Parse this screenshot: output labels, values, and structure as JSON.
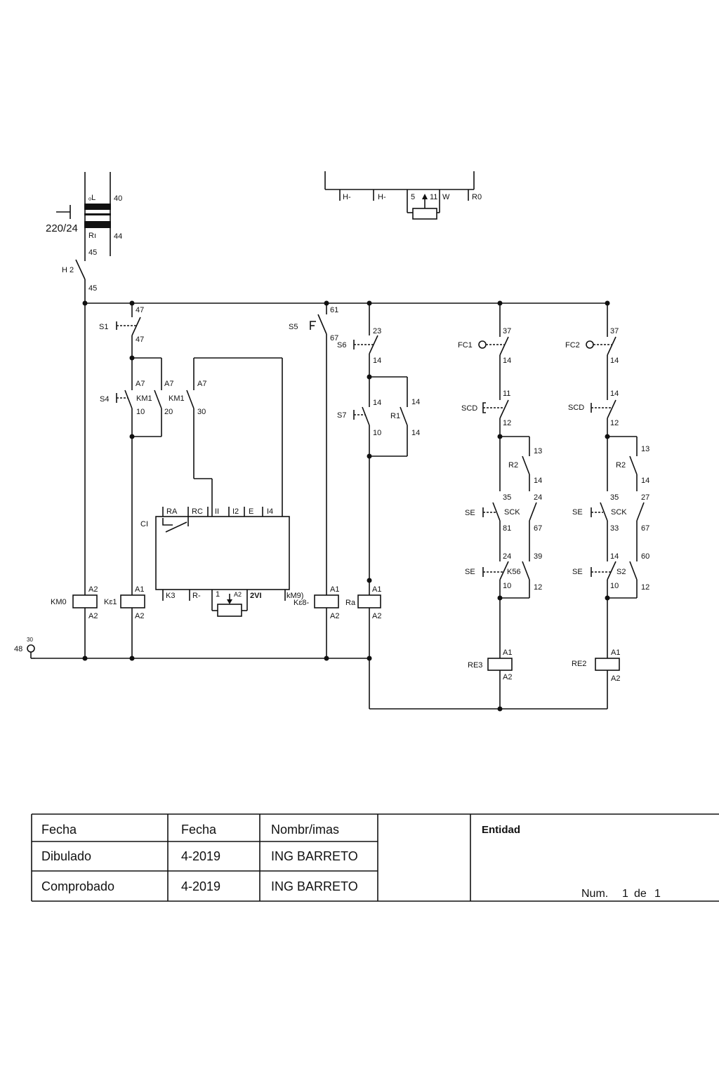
{
  "transformer": {
    "label": "220/24",
    "t_top": "40",
    "t_bottom": "44",
    "t_45a": "45",
    "sym_top": "ₒL",
    "sym_bottom": "Rı"
  },
  "main": {
    "h2": "H 2",
    "t45": "45",
    "t48": "48",
    "t30": "30"
  },
  "top_block": {
    "h1": "H-",
    "h2": "H-",
    "t5": "5",
    "t11": "11",
    "w": "W",
    "r0": "R0"
  },
  "col_s1": {
    "s1": "S1",
    "t47a": "47",
    "t47b": "47",
    "a7a": "A7",
    "a7b": "A7",
    "s4": "S4",
    "km1": "KM1",
    "t10": "10",
    "t20": "20"
  },
  "col_km1b": {
    "km1": "KM1",
    "a7": "A7",
    "t30": "30"
  },
  "ci_block": {
    "ci": "CI",
    "ra": "RA",
    "rc": "RC",
    "i1": "II",
    "i2": "I2",
    "e": "E",
    "i4": "I4",
    "k3": "K3",
    "r": "R-",
    "t1": "1",
    "a2": "A2",
    "v2": "2VI",
    "km9": "kM9)"
  },
  "coils_left": {
    "km0": "KM0",
    "ke1": "Kɛ1",
    "a1": "A1",
    "a2": "A2",
    "a2b": "A2",
    "a2c": "A2"
  },
  "col_s5": {
    "s5": "S5",
    "t61": "61",
    "t67": "67",
    "ke8": "Kɛ8-",
    "a1": "A1",
    "a2": "A2"
  },
  "col_s6": {
    "s6": "S6",
    "t23": "23",
    "t14a": "14",
    "t14b": "14",
    "t14c": "14",
    "t14d": "14",
    "s7": "S7",
    "r1": "R1",
    "t10": "10",
    "ra": "Ra",
    "a1": "A1",
    "a2": "A2"
  },
  "col_fc1": {
    "fc1": "FC1",
    "t37": "37",
    "t14": "14",
    "t11": "11",
    "scd": "SCD",
    "t12": "12",
    "t13": "13",
    "r2": "R2",
    "t14b": "14",
    "t35": "35",
    "t24": "24",
    "se1": "SE",
    "sck": "SCK",
    "t81": "81",
    "t67": "67",
    "t24b": "24",
    "t39": "39",
    "se2": "SE",
    "k56": "K56",
    "t10": "10",
    "t12b": "12",
    "a1": "A1",
    "re3": "RE3",
    "a2": "A2"
  },
  "col_fc2": {
    "fc2": "FC2",
    "t37": "37",
    "t14": "14",
    "t14b": "14",
    "scd": "SCD",
    "t12": "12",
    "t13": "13",
    "r2": "R2",
    "t14c": "14",
    "t35": "35",
    "t27": "27",
    "se1": "SE",
    "sck": "SCK",
    "t33": "33",
    "t67": "67",
    "t14d": "14",
    "t60": "60",
    "se2": "SE",
    "s2": "S2",
    "t10": "10",
    "t12b": "12",
    "a1": "A1",
    "re2": "RE2",
    "a2": "A2"
  },
  "title_block": {
    "headers": [
      "Fecha",
      "Fecha",
      "Nombr/imas"
    ],
    "rows": [
      {
        "label": "Dibulado",
        "date": "4-2019",
        "name": "ING BARRETO"
      },
      {
        "label": "Comprobado",
        "date": "4-2019",
        "name": "ING BARRETO"
      }
    ],
    "entidad": "Entidad",
    "num_label": "Num.",
    "num_value": "1",
    "num_de": "de",
    "num_total": "1"
  }
}
